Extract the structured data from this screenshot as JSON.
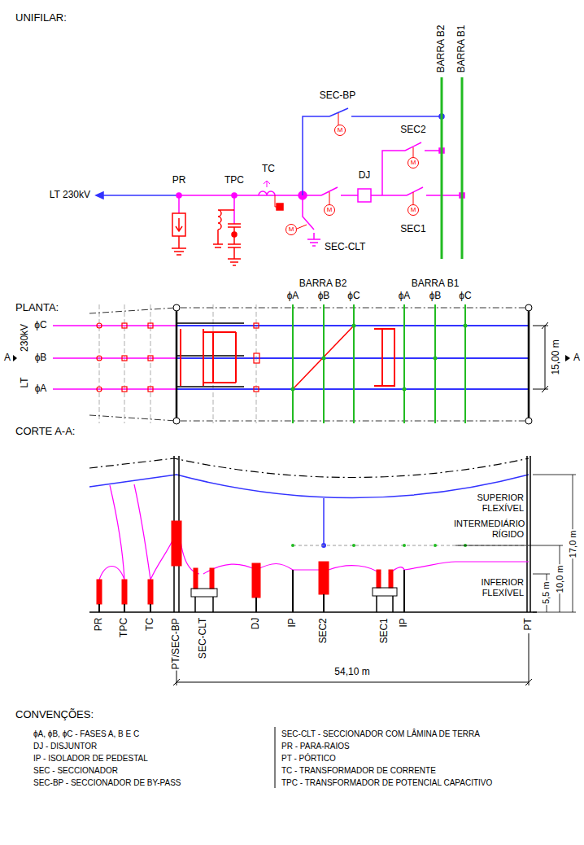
{
  "diagram": {
    "labels": [
      "UNIFILAR:",
      "BARRA B2",
      "BARRA B1",
      "SEC-BP",
      "M",
      "SEC2",
      "M",
      "TC",
      "DJ",
      "LT 230kV",
      "PR",
      "TPC",
      "M",
      "M",
      "SEC1",
      "M",
      "SEC-CLT",
      "PLANTA:",
      "BARRA B2",
      "BARRA B1",
      "ϕA",
      "ϕB",
      "ϕC",
      "ϕA",
      "ϕB",
      "ϕC",
      "A",
      "230kV",
      "LT",
      "ϕC",
      "ϕB",
      "ϕA",
      "A",
      "15,00 m",
      "CORTE A-A:",
      "SUPERIOR FLEXÍVEL",
      "INTERMEDIÁRIO RÍGIDO",
      "INFERIOR FLEXÍVEL",
      "5,5 m",
      "10,0 m",
      "17,0 m",
      "PR",
      "TPC",
      "TC",
      "PT/SEC-BP",
      "SEC-CLT",
      "DJ",
      "IP",
      "SEC2",
      "SEC1",
      "IP",
      "PT",
      "54,10 m",
      "CONVENÇÕES:",
      "ϕA, ϕB, ϕC - FASES A, B E C",
      "DJ - DISJUNTOR",
      "IP - ISOLADOR DE PEDESTAL",
      "SEC - SECCIONADOR",
      "SEC-BP - SECCIONADOR DE BY-PASS",
      "SEC-CLT - SECCIONADOR COM LÂMINA DE TERRA",
      "PR - PARA-RAIOS",
      "PT - PÓRTICO",
      "TC - TRANSFORMADOR DE CORRENTE",
      "TPC - TRANSFORMADOR DE POTENCIAL CAPACITIVO"
    ]
  }
}
